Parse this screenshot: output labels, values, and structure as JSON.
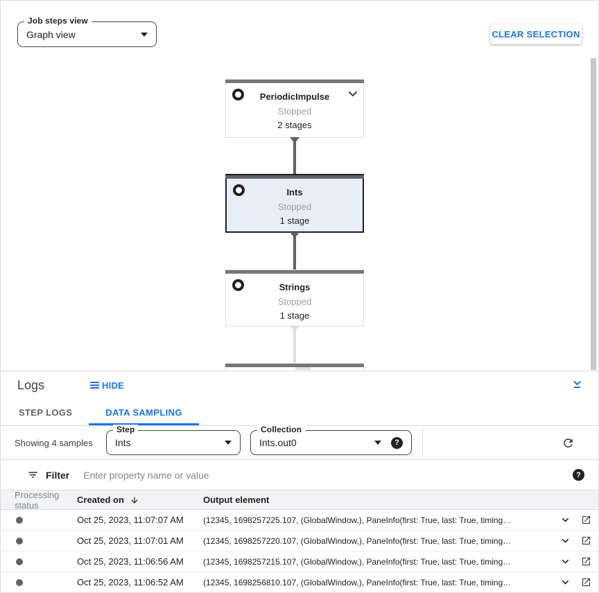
{
  "colors": {
    "accent_blue": "#1a73e8",
    "node_selected_bg": "#e8eef8",
    "node_topbar": "#757575",
    "edge_dark": "#616161",
    "edge_light": "#e0e0e0",
    "status_dot": "#5f6368"
  },
  "graph_view": {
    "view_selector": {
      "label": "Job steps view",
      "value": "Graph view"
    },
    "clear_selection_label": "CLEAR SELECTION",
    "nodes": [
      {
        "name": "PeriodicImpulse",
        "status": "Stopped",
        "stages": "2 stages",
        "selected": false
      },
      {
        "name": "Ints",
        "status": "Stopped",
        "stages": "1 stage",
        "selected": true
      },
      {
        "name": "Strings",
        "status": "Stopped",
        "stages": "1 stage",
        "selected": false
      }
    ]
  },
  "logs_panel": {
    "title": "Logs",
    "hide_label": "HIDE",
    "tabs": {
      "step_logs": "STEP LOGS",
      "data_sampling": "DATA SAMPLING"
    },
    "samples_summary": "Showing 4 samples",
    "step_selector": {
      "label": "Step",
      "value": "Ints"
    },
    "collection_selector": {
      "label": "Collection",
      "value": "Ints.out0"
    },
    "help_glyph": "?",
    "filter": {
      "label": "Filter",
      "placeholder": "Enter property name or value"
    },
    "table": {
      "columns": {
        "status": "Processing status",
        "created": "Created on",
        "output": "Output element"
      },
      "rows": [
        {
          "created_on": "Oct 25, 2023, 11:07:07 AM",
          "output": "(12345, 1698257225.107, (GlobalWindow,), PaneInfo(first: True, last: True, timing…"
        },
        {
          "created_on": "Oct 25, 2023, 11:07:01 AM",
          "output": "(12345, 1698257220.107, (GlobalWindow,), PaneInfo(first: True, last: True, timing…"
        },
        {
          "created_on": "Oct 25, 2023, 11:06:56 AM",
          "output": "(12345, 1698257215.107, (GlobalWindow,), PaneInfo(first: True, last: True, timing…"
        },
        {
          "created_on": "Oct 25, 2023, 11:06:52 AM",
          "output": "(12345, 1698256810.107, (GlobalWindow,), PaneInfo(first: True, last: True, timing…"
        }
      ]
    }
  }
}
